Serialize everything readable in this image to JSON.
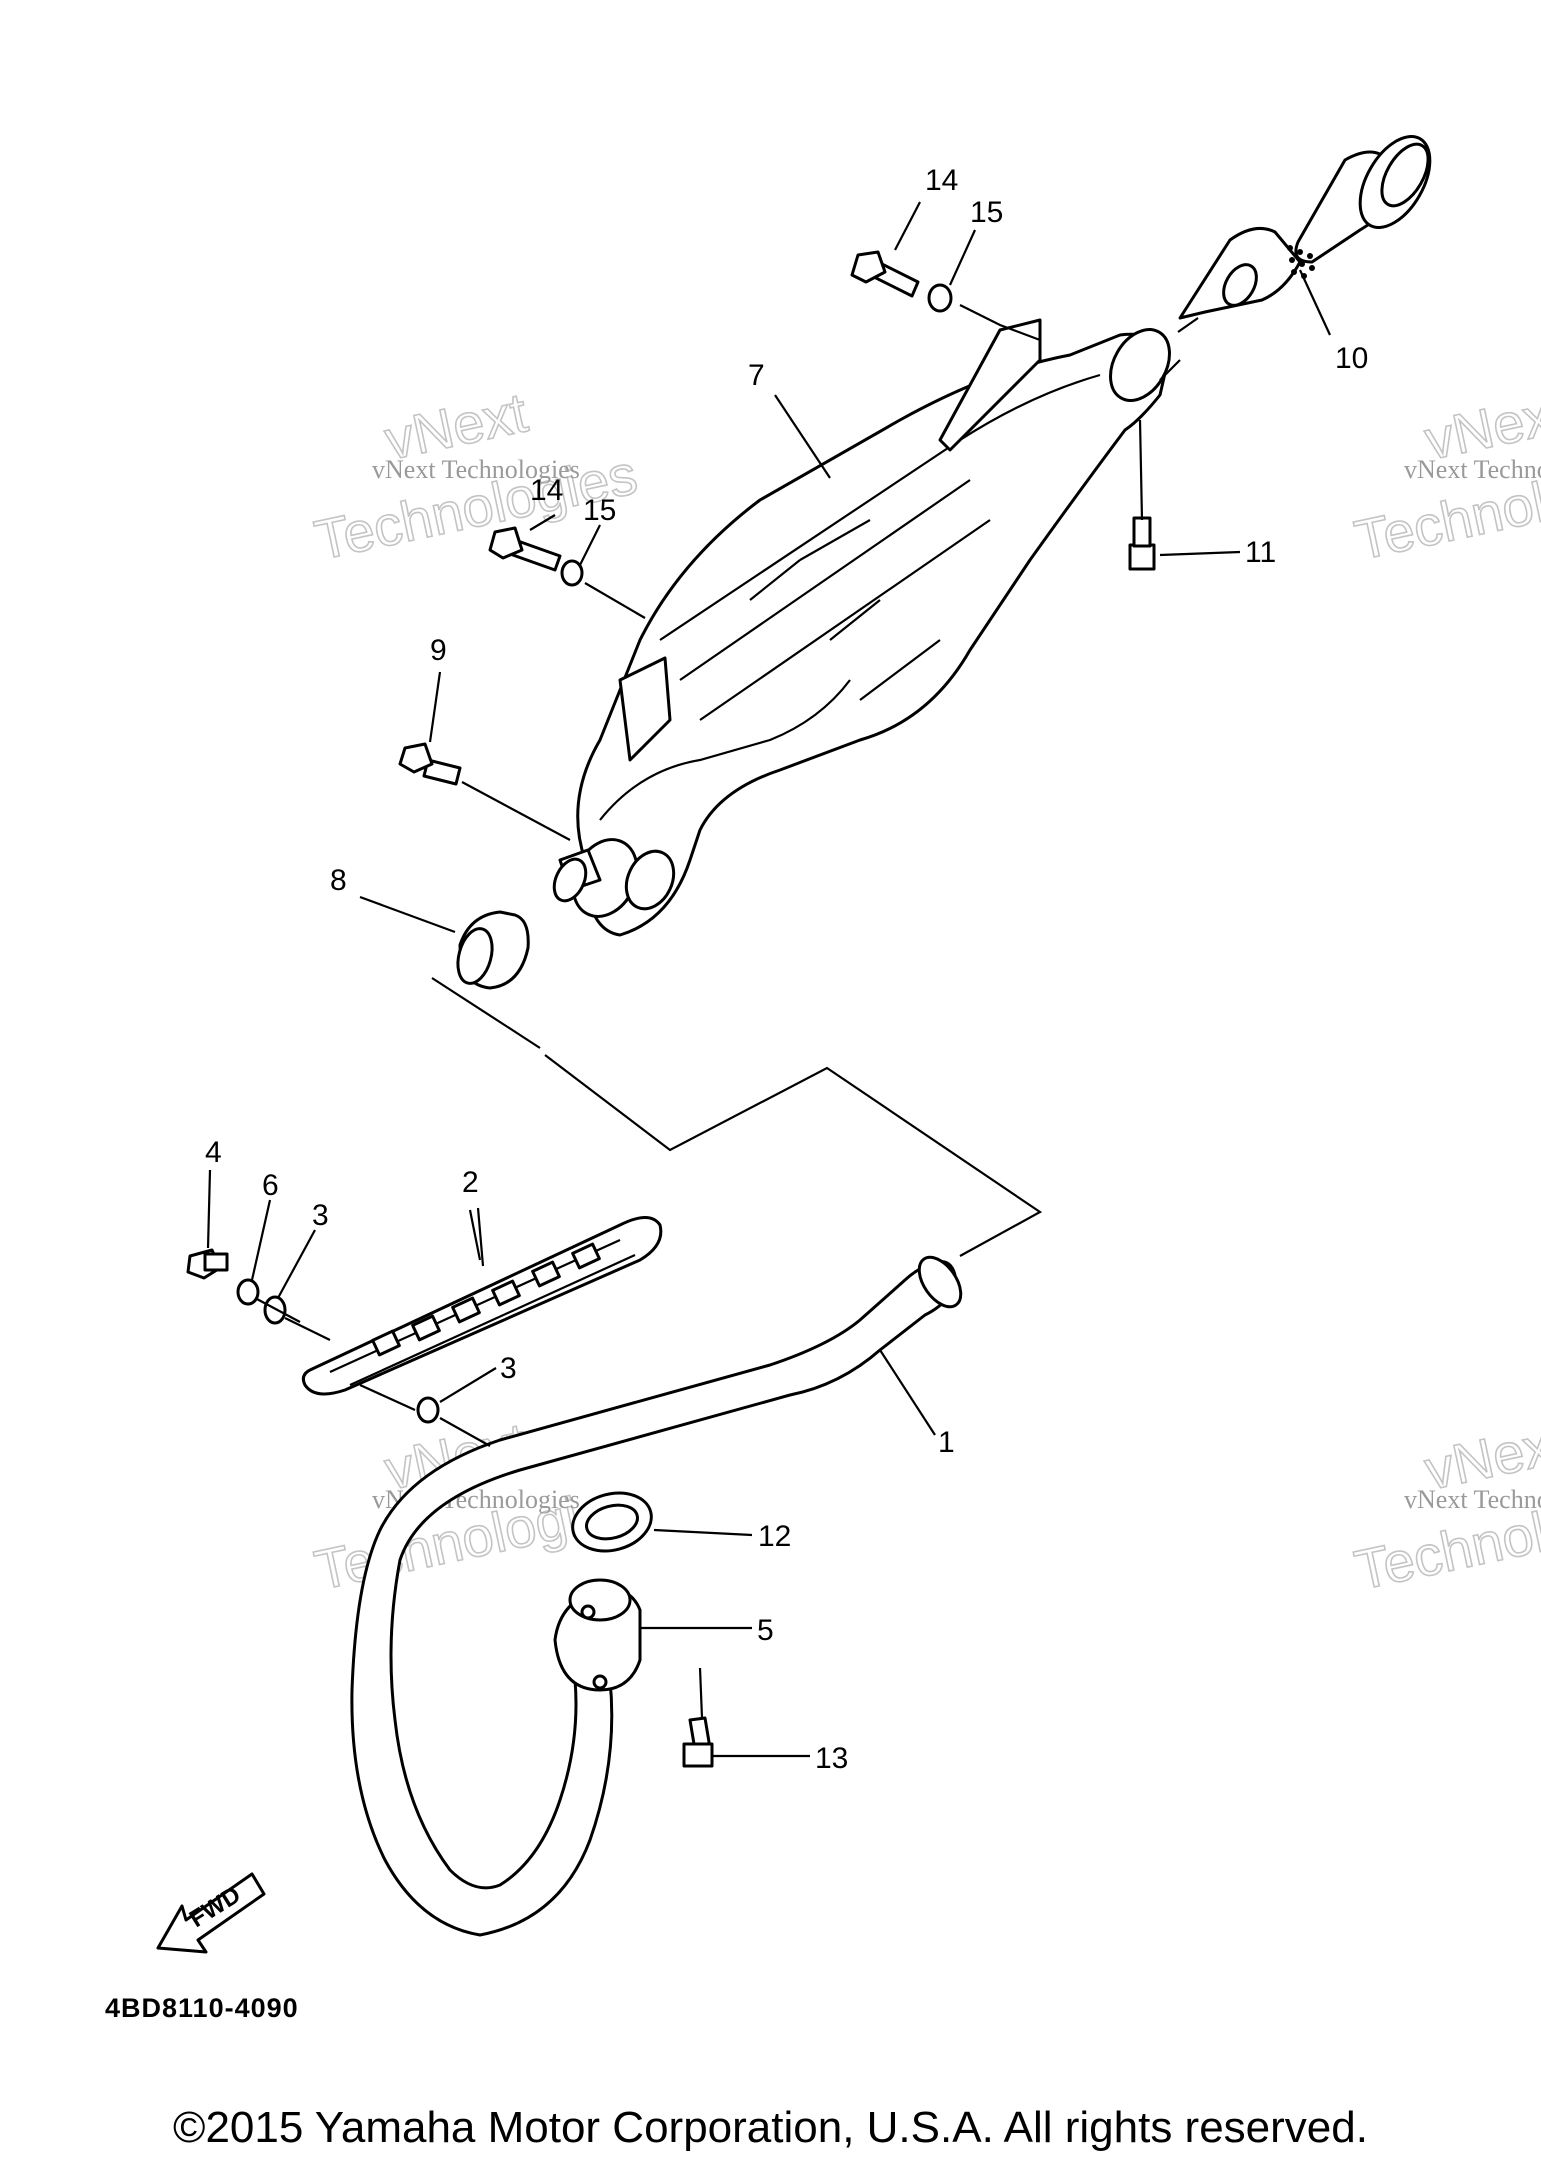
{
  "diagram": {
    "callouts": {
      "c1": "1",
      "c2": "2",
      "c3a": "3",
      "c3b": "3",
      "c4": "4",
      "c5": "5",
      "c6": "6",
      "c7": "7",
      "c8": "8",
      "c9": "9",
      "c10": "10",
      "c11": "11",
      "c12": "12",
      "c13": "13",
      "c14a": "14",
      "c14b": "14",
      "c15a": "15",
      "c15b": "15"
    },
    "part_code": "4BD8110-4090",
    "fwd_label": "FWD",
    "watermark": {
      "line1": "vNext Technologies",
      "line2": "vNext",
      "line3": "Technologies"
    }
  },
  "footer": {
    "copyright": "©2015 Yamaha Motor Corporation, U.S.A. All rights reserved."
  }
}
